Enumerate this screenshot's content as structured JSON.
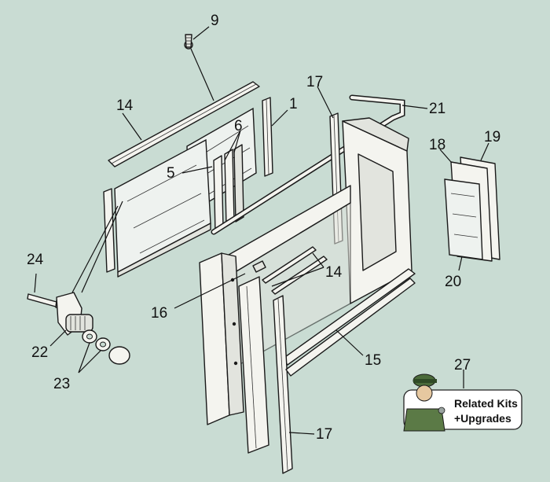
{
  "diagram": {
    "callouts": [
      {
        "id": "c9",
        "text": "9"
      },
      {
        "id": "c14a",
        "text": "14"
      },
      {
        "id": "c1",
        "text": "1"
      },
      {
        "id": "c6",
        "text": "6"
      },
      {
        "id": "c5",
        "text": "5"
      },
      {
        "id": "c17a",
        "text": "17"
      },
      {
        "id": "c21",
        "text": "21"
      },
      {
        "id": "c18",
        "text": "18"
      },
      {
        "id": "c19",
        "text": "19"
      },
      {
        "id": "c20",
        "text": "20"
      },
      {
        "id": "c24",
        "text": "24"
      },
      {
        "id": "c22",
        "text": "22"
      },
      {
        "id": "c23",
        "text": "23"
      },
      {
        "id": "c16",
        "text": "16"
      },
      {
        "id": "c14b",
        "text": "14"
      },
      {
        "id": "c15",
        "text": "15"
      },
      {
        "id": "c27",
        "text": "27"
      },
      {
        "id": "c17b",
        "text": "17"
      }
    ],
    "badge": {
      "line1": "Related Kits",
      "line2": "+Upgrades",
      "icon": "mechanic-figure-icon"
    },
    "colors": {
      "background": "#c9dcd3",
      "line": "#1a1a1a",
      "part_fill": "#f4f4ef"
    }
  }
}
